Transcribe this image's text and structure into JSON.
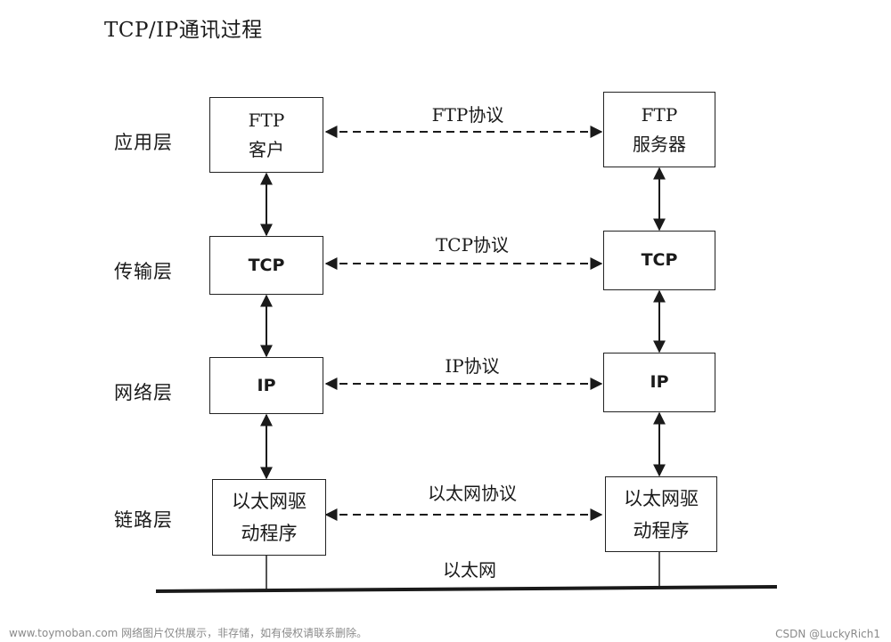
{
  "title": "TCP/IP通讯过程",
  "layers": [
    {
      "label": "应用层"
    },
    {
      "label": "传输层"
    },
    {
      "label": "网络层"
    },
    {
      "label": "链路层"
    }
  ],
  "client": {
    "app": {
      "line1": "FTP",
      "line2": "客户"
    },
    "transport": "TCP",
    "network": "IP",
    "link": {
      "line1": "以太网驱",
      "line2": "动程序"
    }
  },
  "server": {
    "app": {
      "line1": "FTP",
      "line2": "服务器"
    },
    "transport": "TCP",
    "network": "IP",
    "link": {
      "line1": "以太网驱",
      "line2": "动程序"
    }
  },
  "protocols": {
    "app": "FTP协议",
    "transport": "TCP协议",
    "network": "IP协议",
    "link": "以太网协议"
  },
  "ethernet_label": "以太网",
  "watermark_left": "www.toymoban.com 网络图片仅供展示，非存储，如有侵权请联系删除。",
  "watermark_right": "CSDN @LuckyRich1"
}
